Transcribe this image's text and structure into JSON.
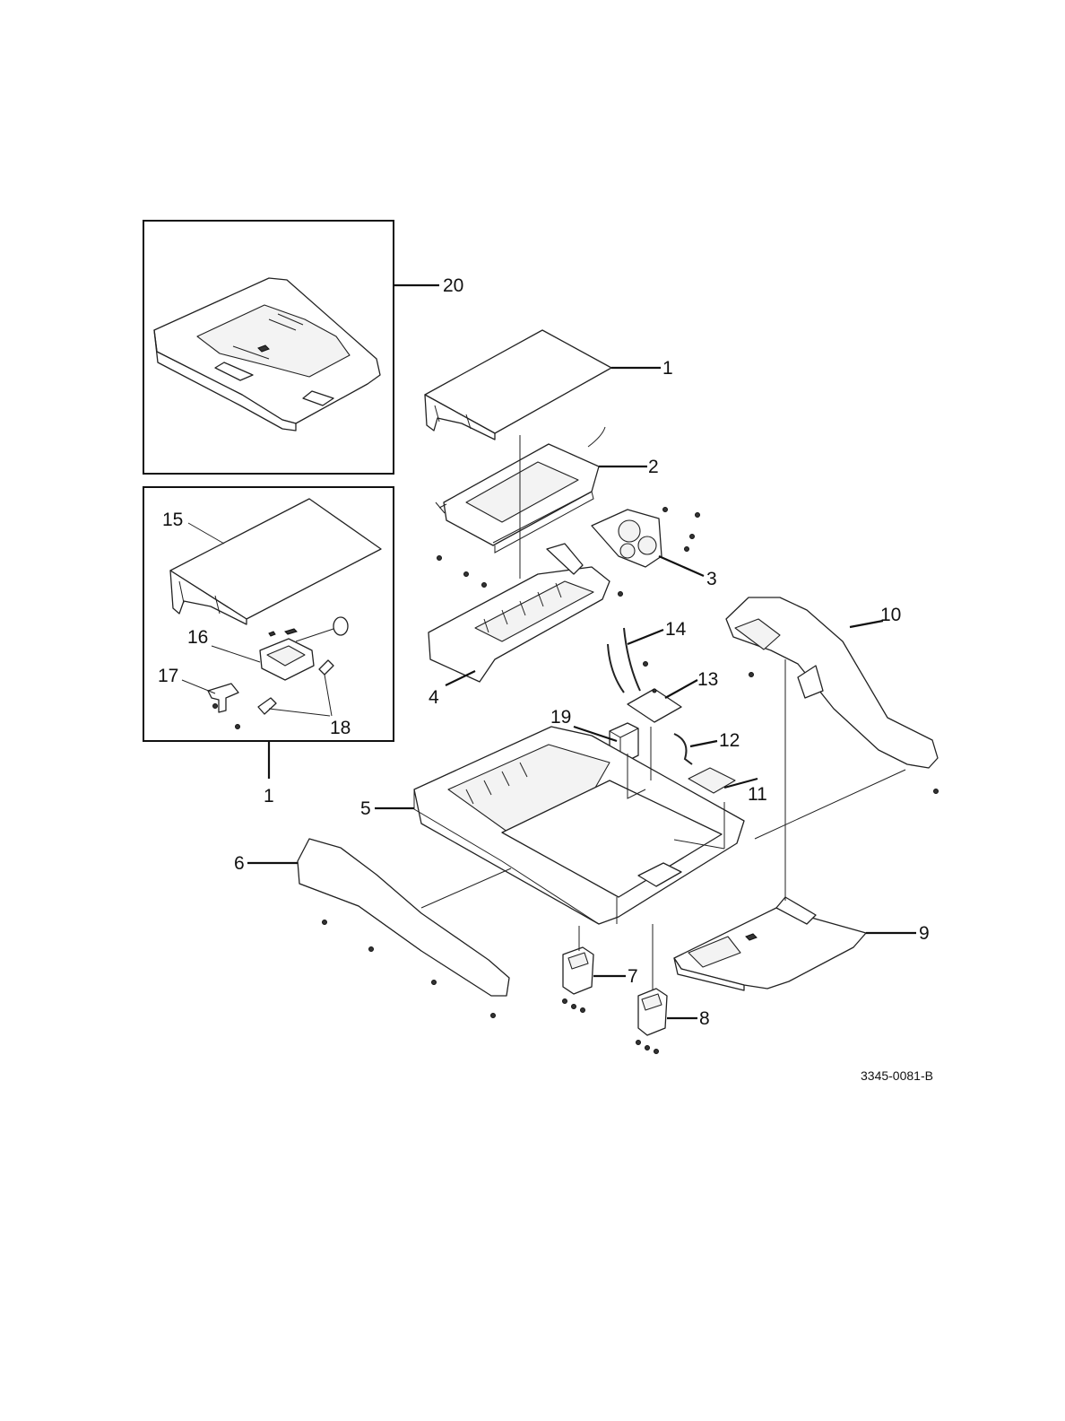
{
  "callouts": [
    "1",
    "2",
    "3",
    "4",
    "5",
    "6",
    "7",
    "8",
    "9",
    "10",
    "11",
    "12",
    "13",
    "14",
    "15",
    "16",
    "17",
    "18",
    "19",
    "20",
    "1"
  ],
  "figure_id": "3345-0081-B"
}
